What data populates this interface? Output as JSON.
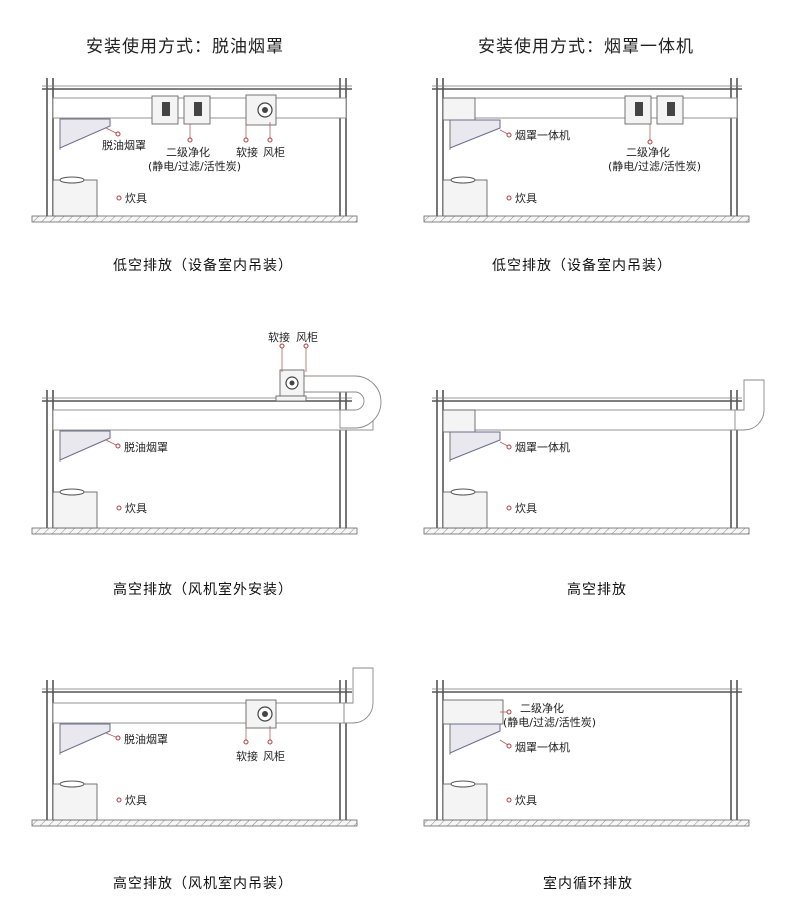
{
  "headers": {
    "left": "安装使用方式：脱油烟罩",
    "right": "安装使用方式：烟罩一体机"
  },
  "captions": [
    "低空排放（设备室内吊装）",
    "低空排放（设备室内吊装）",
    "高空排放（风机室外安装）",
    "高空排放",
    "高空排放（风机室内吊装）",
    "室内循环排放"
  ],
  "labels": {
    "hood": "脱油烟罩",
    "hood_unit": "烟罩一体机",
    "purify_1": "二级净化",
    "purify_2": "(静电/过滤/活性炭)",
    "soft_joint": "软接",
    "fan_cabinet": "风柜",
    "stove": "炊具"
  }
}
